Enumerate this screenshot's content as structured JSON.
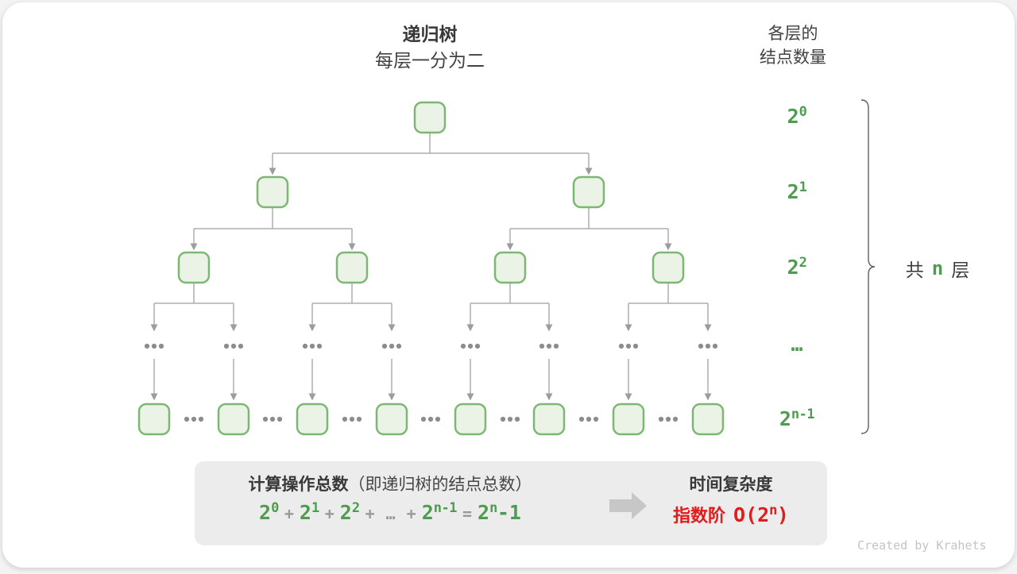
{
  "header": {
    "title": "递归树",
    "subtitle": "每层一分为二",
    "levels_col_line1": "各层的",
    "levels_col_line2": "结点数量"
  },
  "levels": [
    {
      "base": "2",
      "exp": "0"
    },
    {
      "base": "2",
      "exp": "1"
    },
    {
      "base": "2",
      "exp": "2"
    },
    {
      "base": "…",
      "exp": ""
    },
    {
      "base": "2",
      "exp": "n-1"
    }
  ],
  "brace_label": {
    "pre": "共",
    "n": "n",
    "post": "层"
  },
  "tree": {
    "visible_node_rows": [
      1,
      2,
      4,
      8
    ],
    "branching_factor": 2
  },
  "summary": {
    "title_bold": "计算操作总数",
    "title_note": "（即递归树的结点总数）",
    "tc_title": "时间复杂度",
    "tc_label": "指数阶",
    "tc_o": "O(2",
    "tc_exp": "n",
    "tc_close": ")"
  },
  "formula": {
    "b1": "2",
    "e1": "0",
    "p1": "+",
    "b2": "2",
    "e2": "1",
    "p2": "+",
    "b3": "2",
    "e3": "2",
    "p3": "+",
    "dots": "…",
    "p4": "+",
    "b4": "2",
    "e4": "n-1",
    "eq": "=",
    "rb": "2",
    "re": "n",
    "rtail": "-1"
  },
  "watermark": "Created by Krahets",
  "colors": {
    "green_text": "#4e9c4f",
    "node_fill": "#eaf3e6",
    "node_border": "#7cb873",
    "connector": "#adadad",
    "red": "#e11c1c",
    "box_bg": "#ececec",
    "text_dark": "#3c3c3c"
  }
}
